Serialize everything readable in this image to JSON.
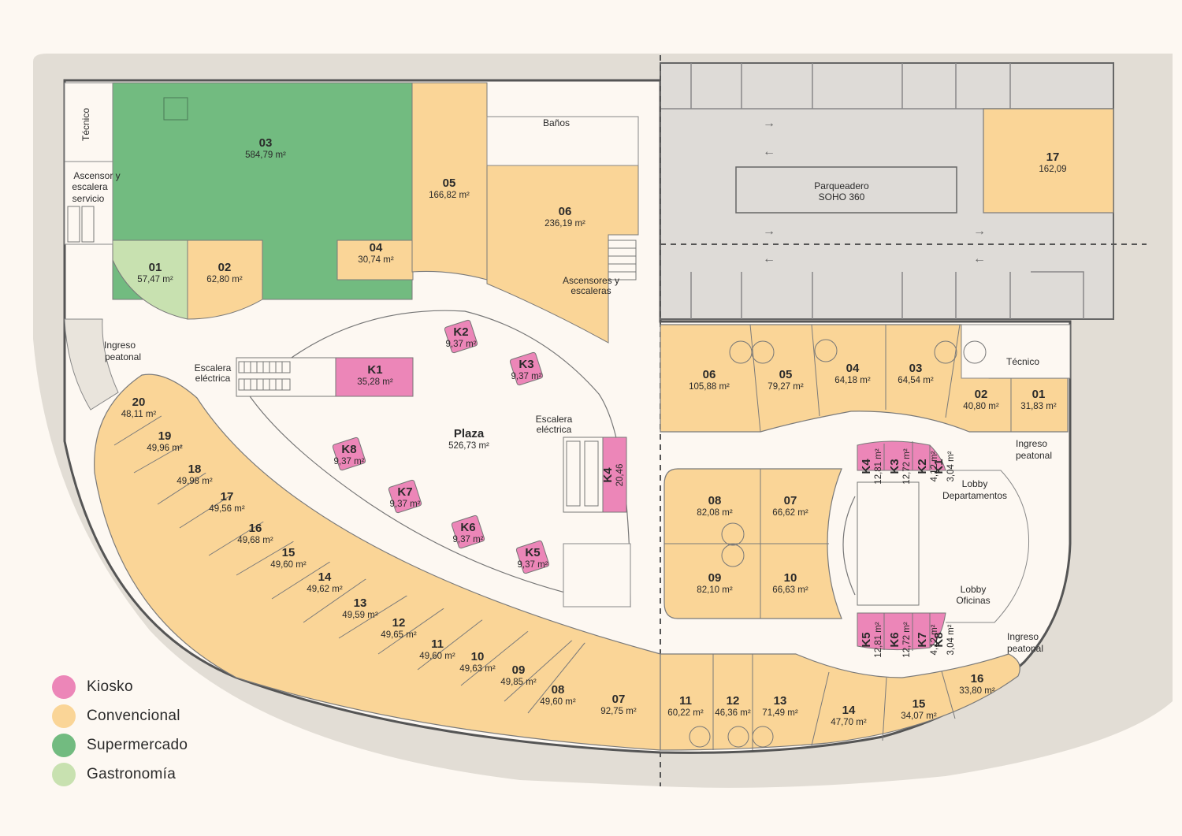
{
  "colors": {
    "kiosko": "#ec86b8",
    "convencional": "#fad597",
    "supermercado": "#72bb80",
    "gastronomia": "#c8e1b0",
    "background": "#fdf8f2",
    "street": "#e2ddd5",
    "parking": "#dedbd7"
  },
  "legend": [
    {
      "label": "Kiosko",
      "color": "#ec86b8"
    },
    {
      "label": "Convencional",
      "color": "#fad597"
    },
    {
      "label": "Supermercado",
      "color": "#72bb80"
    },
    {
      "label": "Gastronomía",
      "color": "#c8e1b0"
    }
  ],
  "west": {
    "u03": {
      "num": "03",
      "area": "584,79 m²"
    },
    "u01": {
      "num": "01",
      "area": "57,47 m²"
    },
    "u02": {
      "num": "02",
      "area": "62,80 m²"
    },
    "u04": {
      "num": "04",
      "area": "30,74 m²"
    },
    "u05": {
      "num": "05",
      "area": "166,82 m²"
    },
    "u06": {
      "num": "06",
      "area": "236,19 m²"
    },
    "k1": {
      "num": "K1",
      "area": "35,28 m²"
    },
    "k2": {
      "num": "K2",
      "area": "9,37 m²"
    },
    "k3": {
      "num": "K3",
      "area": "9,37 m²"
    },
    "k4": {
      "num": "K4",
      "area": "20,46"
    },
    "k5": {
      "num": "K5",
      "area": "9,37 m²"
    },
    "k6": {
      "num": "K6",
      "area": "9,37 m²"
    },
    "k7": {
      "num": "K7",
      "area": "9,37 m²"
    },
    "k8": {
      "num": "K8",
      "area": "9,37 m²"
    },
    "plaza": {
      "num": "Plaza",
      "area": "526,73 m²"
    },
    "arc": [
      {
        "num": "20",
        "area": "48,11 m²"
      },
      {
        "num": "19",
        "area": "49,96 m²"
      },
      {
        "num": "18",
        "area": "49,98 m²"
      },
      {
        "num": "17",
        "area": "49,56 m²"
      },
      {
        "num": "16",
        "area": "49,68 m²"
      },
      {
        "num": "15",
        "area": "49,60 m²"
      },
      {
        "num": "14",
        "area": "49,62 m²"
      },
      {
        "num": "13",
        "area": "49,59 m²"
      },
      {
        "num": "12",
        "area": "49,65 m²"
      },
      {
        "num": "11",
        "area": "49,60 m²"
      },
      {
        "num": "10",
        "area": "49,63 m²"
      },
      {
        "num": "09",
        "area": "49,85 m²"
      },
      {
        "num": "08",
        "area": "49,60 m²"
      },
      {
        "num": "07",
        "area": "92,75 m²"
      }
    ]
  },
  "east": {
    "top": [
      {
        "num": "06",
        "area": "105,88 m²"
      },
      {
        "num": "05",
        "area": "79,27 m²"
      },
      {
        "num": "04",
        "area": "64,18 m²"
      },
      {
        "num": "03",
        "area": "64,54 m²"
      },
      {
        "num": "02",
        "area": "40,80 m²"
      },
      {
        "num": "01",
        "area": "31,83 m²"
      }
    ],
    "inner": [
      {
        "num": "08",
        "area": "82,08 m²"
      },
      {
        "num": "07",
        "area": "66,62 m²"
      },
      {
        "num": "09",
        "area": "82,10 m²"
      },
      {
        "num": "10",
        "area": "66,63 m²"
      }
    ],
    "bottom": [
      {
        "num": "11",
        "area": "60,22 m²"
      },
      {
        "num": "12",
        "area": "46,36 m²"
      },
      {
        "num": "13",
        "area": "71,49 m²"
      },
      {
        "num": "14",
        "area": "47,70 m²"
      },
      {
        "num": "15",
        "area": "34,07 m²"
      },
      {
        "num": "16",
        "area": "33,80 m²"
      }
    ],
    "kiosks_top": [
      {
        "num": "K4",
        "area": "12,81 m²"
      },
      {
        "num": "K3",
        "area": "12,72 m²"
      },
      {
        "num": "K2",
        "area": "4,12 m²"
      },
      {
        "num": "K1",
        "area": "3,04 m²"
      }
    ],
    "kiosks_bottom": [
      {
        "num": "K5",
        "area": "12,81 m²"
      },
      {
        "num": "K6",
        "area": "12,72 m²"
      },
      {
        "num": "K7",
        "area": "4,12 m²"
      },
      {
        "num": "K8",
        "area": "3,04 m²"
      }
    ],
    "u17": {
      "num": "17",
      "area": "162,09"
    }
  },
  "labels": {
    "tecnico_w": "Técnico",
    "ascensor_1": "Ascensor y",
    "ascensor_2": "escalera",
    "ascensor_3": "servicio",
    "banos": "Baños",
    "asc_esc_1": "Ascensores y",
    "asc_esc_2": "escaleras",
    "ingreso_1": "Ingreso",
    "ingreso_2": "peatonal",
    "escalera_1": "Escalera",
    "escalera_2": "eléctrica",
    "tecnico_e": "Técnico",
    "lobby_dep_1": "Lobby",
    "lobby_dep_2": "Departamentos",
    "lobby_of_1": "Lobby",
    "lobby_of_2": "Oficinas",
    "parq_1": "Parqueadero",
    "parq_2": "SOHO 360"
  }
}
